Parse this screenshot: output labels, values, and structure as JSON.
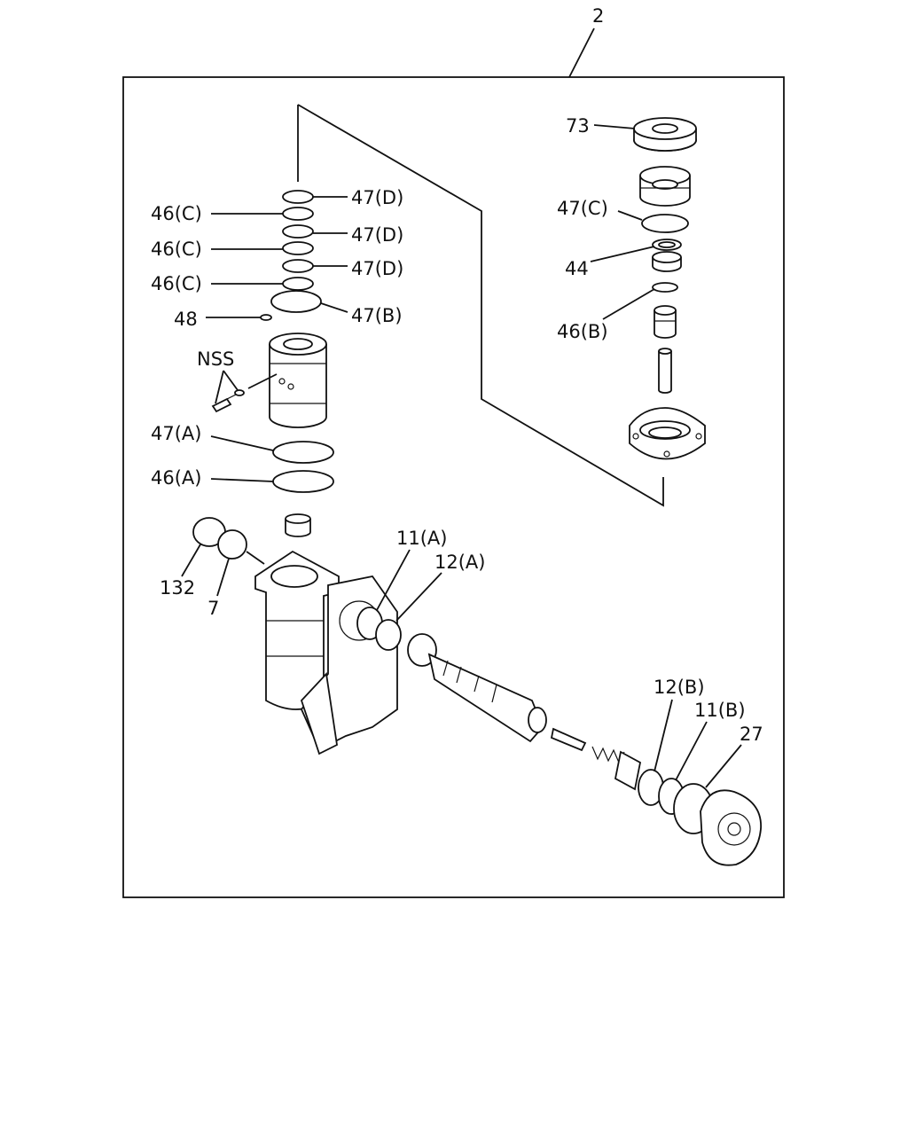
{
  "diagram": {
    "assembly_number": "2",
    "labels": {
      "p73": "73",
      "p47c_r": "47(C)",
      "p44": "44",
      "p46b": "46(B)",
      "p47d_1": "47(D)",
      "p46c_1": "46(C)",
      "p46c_2": "46(C)",
      "p47d_2": "47(D)",
      "p47d_3": "47(D)",
      "p46c_3": "46(C)",
      "p48": "48",
      "p47b": "47(B)",
      "nss": "NSS",
      "p47a": "47(A)",
      "p46a": "46(A)",
      "p11a": "11(A)",
      "p12a": "12(A)",
      "p132": "132",
      "p7": "7",
      "p12b": "12(B)",
      "p11b": "11(B)",
      "p27": "27"
    }
  }
}
